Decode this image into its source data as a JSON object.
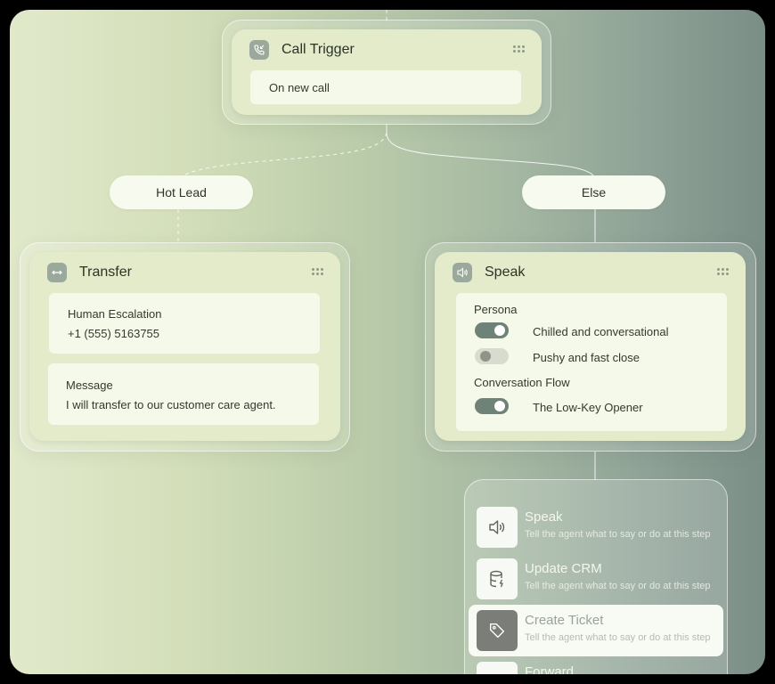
{
  "trigger": {
    "title": "Call Trigger",
    "icon": "phone-incoming-icon",
    "value": "On new call"
  },
  "branches": {
    "left": "Hot Lead",
    "right": "Else"
  },
  "transfer": {
    "title": "Transfer",
    "icon": "transfer-arrows-icon",
    "escalation_label": "Human Escalation",
    "escalation_phone": "+1 (555) 5163755",
    "message_label": "Message",
    "message_text": "I will transfer to our customer care agent."
  },
  "speak": {
    "title": "Speak",
    "icon": "speaker-icon",
    "persona_label": "Persona",
    "persona_options": [
      {
        "label": "Chilled and conversational",
        "enabled": true
      },
      {
        "label": "Pushy and fast close",
        "enabled": false
      }
    ],
    "flow_label": "Conversation Flow",
    "flow_options": [
      {
        "label": "The Low-Key Opener",
        "enabled": true
      }
    ]
  },
  "actions": [
    {
      "title": "Speak",
      "subtitle": "Tell the agent what to say or do at this step",
      "icon": "speaker-icon",
      "active": false
    },
    {
      "title": "Update CRM",
      "subtitle": "Tell the agent what to say or do at this step",
      "icon": "database-icon",
      "active": false
    },
    {
      "title": "Create Ticket",
      "subtitle": "Tell the agent what to say or do at this step",
      "icon": "tag-icon",
      "active": true
    },
    {
      "title": "Forward",
      "subtitle": "",
      "icon": "forward-icon",
      "active": false
    }
  ],
  "colors": {
    "node_fill": "#e3ebcb",
    "field_fill": "#f5f9e9",
    "toggle_on": "#6f8278",
    "toggle_off": "#d7dccf",
    "active_item": "#f8fbf3"
  }
}
